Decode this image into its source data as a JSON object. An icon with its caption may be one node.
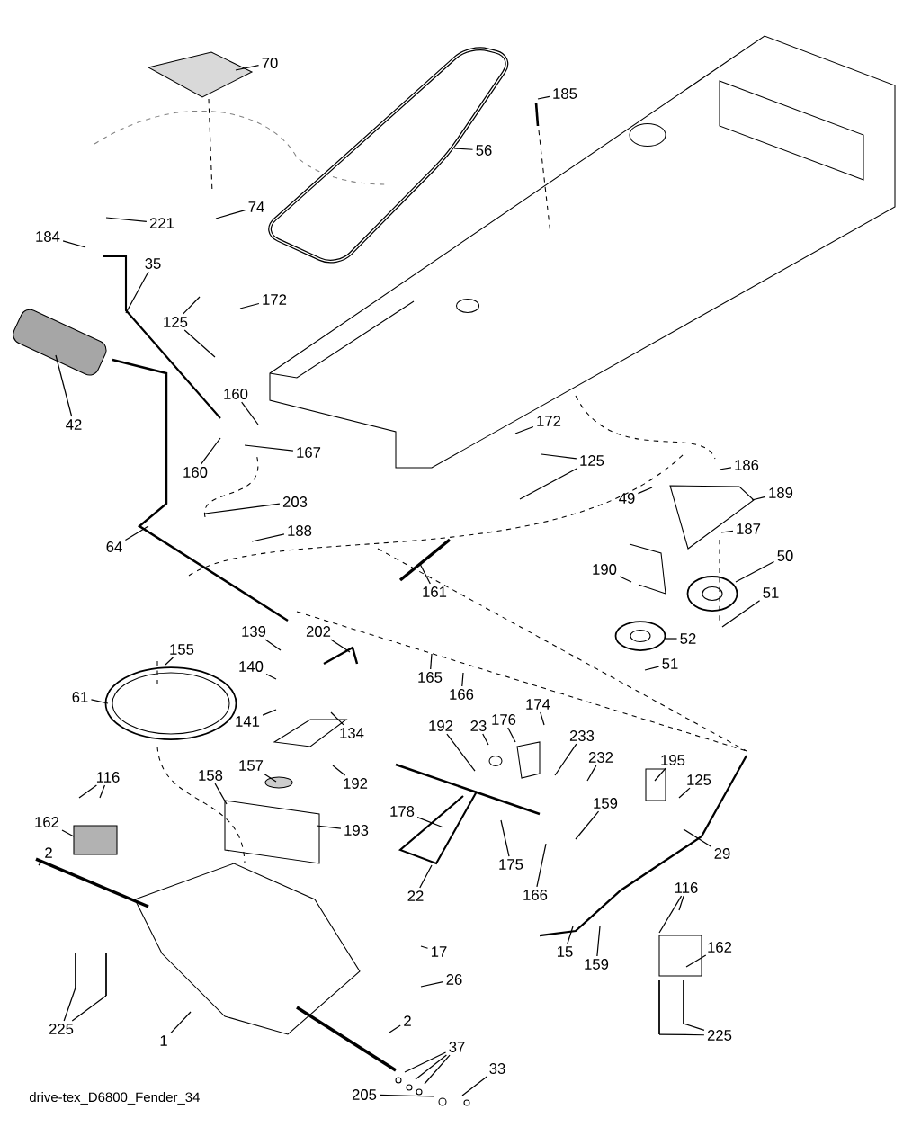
{
  "diagram": {
    "nodes": [
      {
        "text": [
          "70"
        ]
      },
      {
        "text": [
          "185"
        ]
      },
      {
        "text": [
          "56"
        ]
      },
      {
        "text": [
          "74"
        ]
      },
      {
        "text": [
          "221"
        ]
      },
      {
        "text": [
          "184"
        ]
      },
      {
        "text": [
          "35"
        ]
      },
      {
        "text": [
          "172"
        ]
      },
      {
        "text": [
          "125"
        ]
      },
      {
        "text": [
          "42"
        ]
      },
      {
        "text": [
          "160"
        ]
      },
      {
        "text": [
          "160"
        ]
      },
      {
        "text": [
          "167"
        ]
      },
      {
        "text": [
          "203"
        ]
      },
      {
        "text": [
          "188"
        ]
      },
      {
        "text": [
          "64"
        ]
      },
      {
        "text": [
          "172"
        ]
      },
      {
        "text": [
          "125"
        ]
      },
      {
        "text": [
          "186"
        ]
      },
      {
        "text": [
          "49"
        ]
      },
      {
        "text": [
          "189"
        ]
      },
      {
        "text": [
          "187"
        ]
      },
      {
        "text": [
          "190"
        ]
      },
      {
        "text": [
          "50"
        ]
      },
      {
        "text": [
          "51"
        ]
      },
      {
        "text": [
          "161"
        ]
      },
      {
        "text": [
          "139"
        ]
      },
      {
        "text": [
          "202"
        ]
      },
      {
        "text": [
          "52"
        ]
      },
      {
        "text": [
          "155"
        ]
      },
      {
        "text": [
          "140"
        ]
      },
      {
        "text": [
          "51"
        ]
      },
      {
        "text": [
          "165"
        ]
      },
      {
        "text": [
          "166"
        ]
      },
      {
        "text": [
          "61"
        ]
      },
      {
        "text": [
          "174"
        ]
      },
      {
        "text": [
          "141"
        ]
      },
      {
        "text": [
          "176"
        ]
      },
      {
        "text": [
          "192"
        ]
      },
      {
        "text": [
          "23"
        ]
      },
      {
        "text": [
          "134"
        ]
      },
      {
        "text": [
          "233"
        ]
      },
      {
        "text": [
          "232"
        ]
      },
      {
        "text": [
          "195"
        ]
      },
      {
        "text": [
          "157"
        ]
      },
      {
        "text": [
          "116"
        ]
      },
      {
        "text": [
          "158"
        ]
      },
      {
        "text": [
          "125"
        ]
      },
      {
        "text": [
          "192"
        ]
      },
      {
        "text": [
          "159"
        ]
      },
      {
        "text": [
          "178"
        ]
      },
      {
        "text": [
          "162"
        ]
      },
      {
        "text": [
          "193"
        ]
      },
      {
        "text": [
          "2"
        ]
      },
      {
        "text": [
          "29"
        ]
      },
      {
        "text": [
          "175"
        ]
      },
      {
        "text": [
          "166"
        ]
      },
      {
        "text": [
          "22"
        ]
      },
      {
        "text": [
          "116"
        ]
      },
      {
        "text": [
          "162"
        ]
      },
      {
        "text": [
          "15"
        ]
      },
      {
        "text": [
          "17"
        ]
      },
      {
        "text": [
          "159"
        ]
      },
      {
        "text": [
          "26"
        ]
      },
      {
        "text": [
          "2"
        ]
      },
      {
        "text": [
          "225"
        ]
      },
      {
        "text": [
          "1"
        ]
      },
      {
        "text": [
          "225"
        ]
      },
      {
        "text": [
          "37"
        ]
      },
      {
        "text": [
          "33"
        ]
      },
      {
        "text": [
          "205"
        ]
      }
    ],
    "edges": [
      {
        "from": 0,
        "to": null,
        "arrow": "none"
      },
      {
        "from": 1,
        "to": null,
        "arrow": "none"
      },
      {
        "from": 2,
        "to": null,
        "arrow": "none"
      },
      {
        "from": 3,
        "to": null,
        "arrow": "none"
      },
      {
        "from": 4,
        "to": null,
        "arrow": "none"
      },
      {
        "from": 5,
        "to": null,
        "arrow": "none"
      },
      {
        "from": 6,
        "to": null,
        "arrow": "none"
      },
      {
        "from": 7,
        "to": null,
        "arrow": "none"
      },
      {
        "from": 8,
        "to": null,
        "arrow": "none"
      },
      {
        "from": 8,
        "to": null,
        "arrow": "none"
      },
      {
        "from": 9,
        "to": null,
        "arrow": "none"
      },
      {
        "from": 10,
        "to": null,
        "arrow": "none"
      },
      {
        "from": 11,
        "to": null,
        "arrow": "none"
      },
      {
        "from": 12,
        "to": null,
        "arrow": "none"
      },
      {
        "from": 13,
        "to": null,
        "arrow": "none"
      },
      {
        "from": 14,
        "to": null,
        "arrow": "none"
      },
      {
        "from": 15,
        "to": null,
        "arrow": "none"
      },
      {
        "from": 16,
        "to": null,
        "arrow": "none"
      },
      {
        "from": 17,
        "to": null,
        "arrow": "none"
      },
      {
        "from": 17,
        "to": null,
        "arrow": "none"
      },
      {
        "from": 18,
        "to": null,
        "arrow": "none"
      },
      {
        "from": 19,
        "to": null,
        "arrow": "none"
      },
      {
        "from": 20,
        "to": null,
        "arrow": "none"
      },
      {
        "from": 21,
        "to": null,
        "arrow": "none"
      },
      {
        "from": 22,
        "to": null,
        "arrow": "none"
      },
      {
        "from": 23,
        "to": null,
        "arrow": "none"
      },
      {
        "from": 24,
        "to": null,
        "arrow": "none"
      },
      {
        "from": 25,
        "to": null,
        "arrow": "none"
      },
      {
        "from": 26,
        "to": null,
        "arrow": "none"
      },
      {
        "from": 27,
        "to": null,
        "arrow": "none"
      },
      {
        "from": 28,
        "to": null,
        "arrow": "none"
      },
      {
        "from": 29,
        "to": null,
        "arrow": "none"
      },
      {
        "from": 30,
        "to": null,
        "arrow": "none"
      },
      {
        "from": 31,
        "to": null,
        "arrow": "none"
      },
      {
        "from": 32,
        "to": null,
        "arrow": "none"
      },
      {
        "from": 33,
        "to": null,
        "arrow": "none"
      },
      {
        "from": 34,
        "to": null,
        "arrow": "none"
      },
      {
        "from": 35,
        "to": null,
        "arrow": "none"
      },
      {
        "from": 36,
        "to": null,
        "arrow": "none"
      },
      {
        "from": 37,
        "to": null,
        "arrow": "none"
      },
      {
        "from": 38,
        "to": null,
        "arrow": "none"
      },
      {
        "from": 39,
        "to": null,
        "arrow": "none"
      },
      {
        "from": 40,
        "to": null,
        "arrow": "none"
      },
      {
        "from": 41,
        "to": null,
        "arrow": "none"
      },
      {
        "from": 42,
        "to": null,
        "arrow": "none"
      },
      {
        "from": 43,
        "to": null,
        "arrow": "none"
      },
      {
        "from": 44,
        "to": null,
        "arrow": "none"
      },
      {
        "from": 45,
        "to": null,
        "arrow": "none"
      },
      {
        "from": 45,
        "to": null,
        "arrow": "none"
      },
      {
        "from": 46,
        "to": null,
        "arrow": "none"
      },
      {
        "from": 47,
        "to": null,
        "arrow": "none"
      },
      {
        "from": 48,
        "to": null,
        "arrow": "none"
      },
      {
        "from": 49,
        "to": null,
        "arrow": "none"
      },
      {
        "from": 50,
        "to": null,
        "arrow": "none"
      },
      {
        "from": 51,
        "to": null,
        "arrow": "none"
      },
      {
        "from": 52,
        "to": null,
        "arrow": "none"
      },
      {
        "from": 53,
        "to": null,
        "arrow": "none"
      },
      {
        "from": 54,
        "to": null,
        "arrow": "none"
      },
      {
        "from": 55,
        "to": null,
        "arrow": "none"
      },
      {
        "from": 56,
        "to": null,
        "arrow": "none"
      },
      {
        "from": 57,
        "to": null,
        "arrow": "none"
      },
      {
        "from": 58,
        "to": null,
        "arrow": "none"
      },
      {
        "from": 58,
        "to": null,
        "arrow": "none"
      },
      {
        "from": 59,
        "to": null,
        "arrow": "none"
      },
      {
        "from": 60,
        "to": null,
        "arrow": "none"
      },
      {
        "from": 61,
        "to": null,
        "arrow": "none"
      },
      {
        "from": 62,
        "to": null,
        "arrow": "none"
      },
      {
        "from": 63,
        "to": null,
        "arrow": "none"
      },
      {
        "from": 64,
        "to": null,
        "arrow": "none"
      },
      {
        "from": 65,
        "to": null,
        "arrow": "none"
      },
      {
        "from": 65,
        "to": null,
        "arrow": "none"
      },
      {
        "from": 66,
        "to": null,
        "arrow": "none"
      },
      {
        "from": 67,
        "to": null,
        "arrow": "none"
      },
      {
        "from": 67,
        "to": null,
        "arrow": "none"
      },
      {
        "from": 68,
        "to": null,
        "arrow": "none"
      },
      {
        "from": 68,
        "to": null,
        "arrow": "none"
      },
      {
        "from": 68,
        "to": null,
        "arrow": "none"
      },
      {
        "from": 69,
        "to": null,
        "arrow": "none"
      },
      {
        "from": 70,
        "to": null,
        "arrow": "none"
      }
    ],
    "labels": [
      "drive-tex_D6800_Fender_34"
    ]
  }
}
